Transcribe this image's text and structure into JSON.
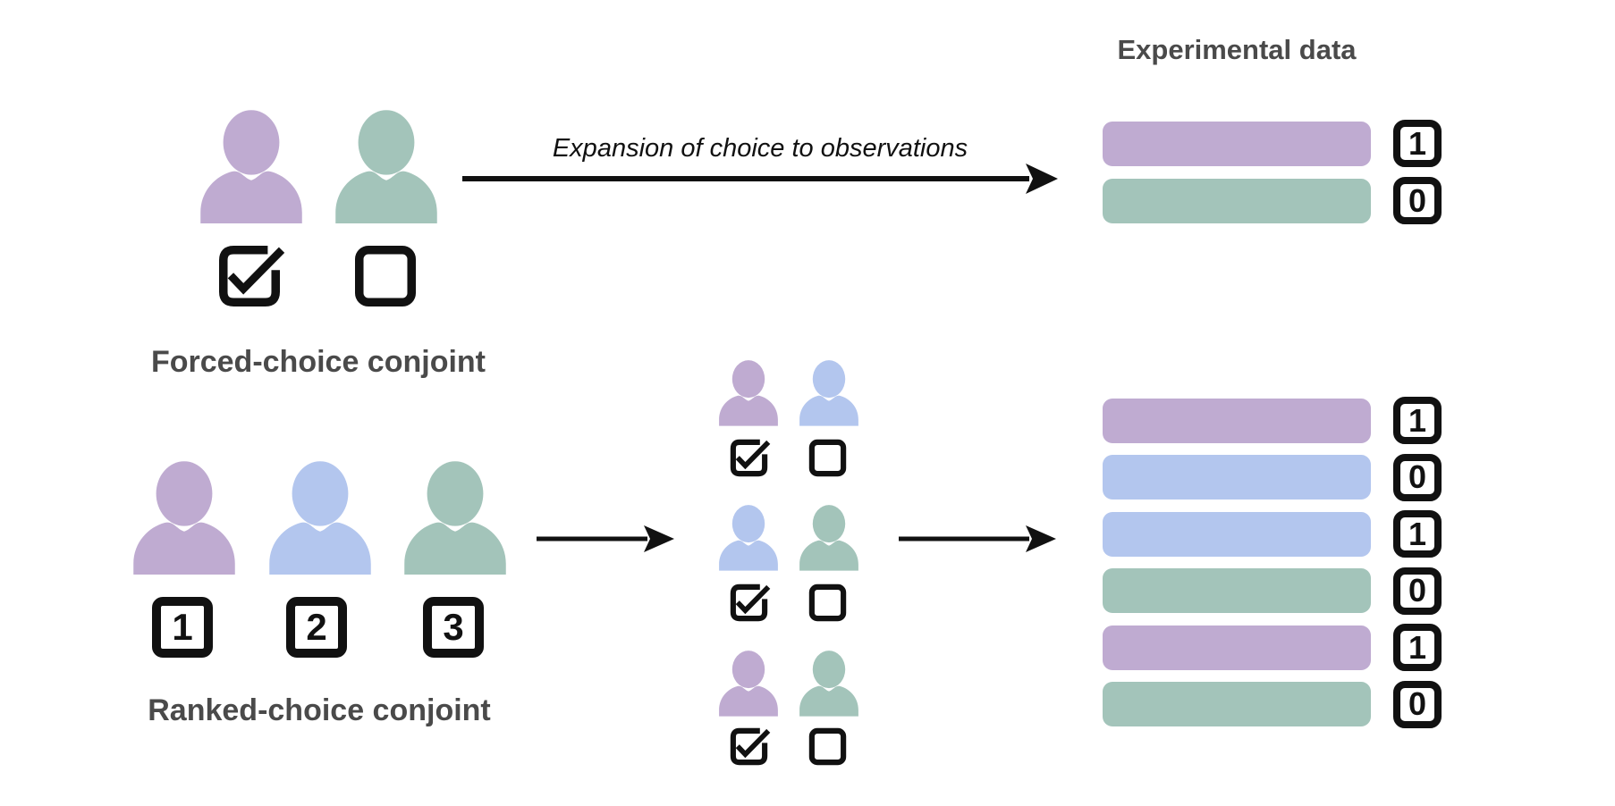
{
  "palette": {
    "purple": "#bfabd1",
    "blue": "#b3c6ee",
    "green": "#a3c4ba",
    "label_gray": "#4a4a4a",
    "black": "#111111"
  },
  "icons": {
    "person": "person-silhouette",
    "checked": "checkbox-with-checkmark",
    "unchecked": "empty-checkbox",
    "arrow": "right-arrow"
  },
  "forced_choice": {
    "label": "Forced-choice conjoint",
    "profiles": [
      {
        "color": "purple",
        "checked": true
      },
      {
        "color": "green",
        "checked": false
      }
    ]
  },
  "expansion_arrow": {
    "label": "Expansion of choice to observations"
  },
  "ranked_choice": {
    "label": "Ranked-choice conjoint",
    "profiles": [
      {
        "color": "purple",
        "rank": "1"
      },
      {
        "color": "blue",
        "rank": "2"
      },
      {
        "color": "green",
        "rank": "3"
      }
    ]
  },
  "pairwise_expansion": {
    "pairs": [
      {
        "left": "purple",
        "right": "blue",
        "checked": "left"
      },
      {
        "left": "blue",
        "right": "green",
        "checked": "left"
      },
      {
        "left": "purple",
        "right": "green",
        "checked": "left"
      }
    ]
  },
  "experimental_data": {
    "title": "Experimental data",
    "top_rows": [
      {
        "color": "purple",
        "value": "1"
      },
      {
        "color": "green",
        "value": "0"
      }
    ],
    "bottom_rows": [
      {
        "color": "purple",
        "value": "1"
      },
      {
        "color": "blue",
        "value": "0"
      },
      {
        "color": "blue",
        "value": "1"
      },
      {
        "color": "green",
        "value": "0"
      },
      {
        "color": "purple",
        "value": "1"
      },
      {
        "color": "green",
        "value": "0"
      }
    ]
  }
}
